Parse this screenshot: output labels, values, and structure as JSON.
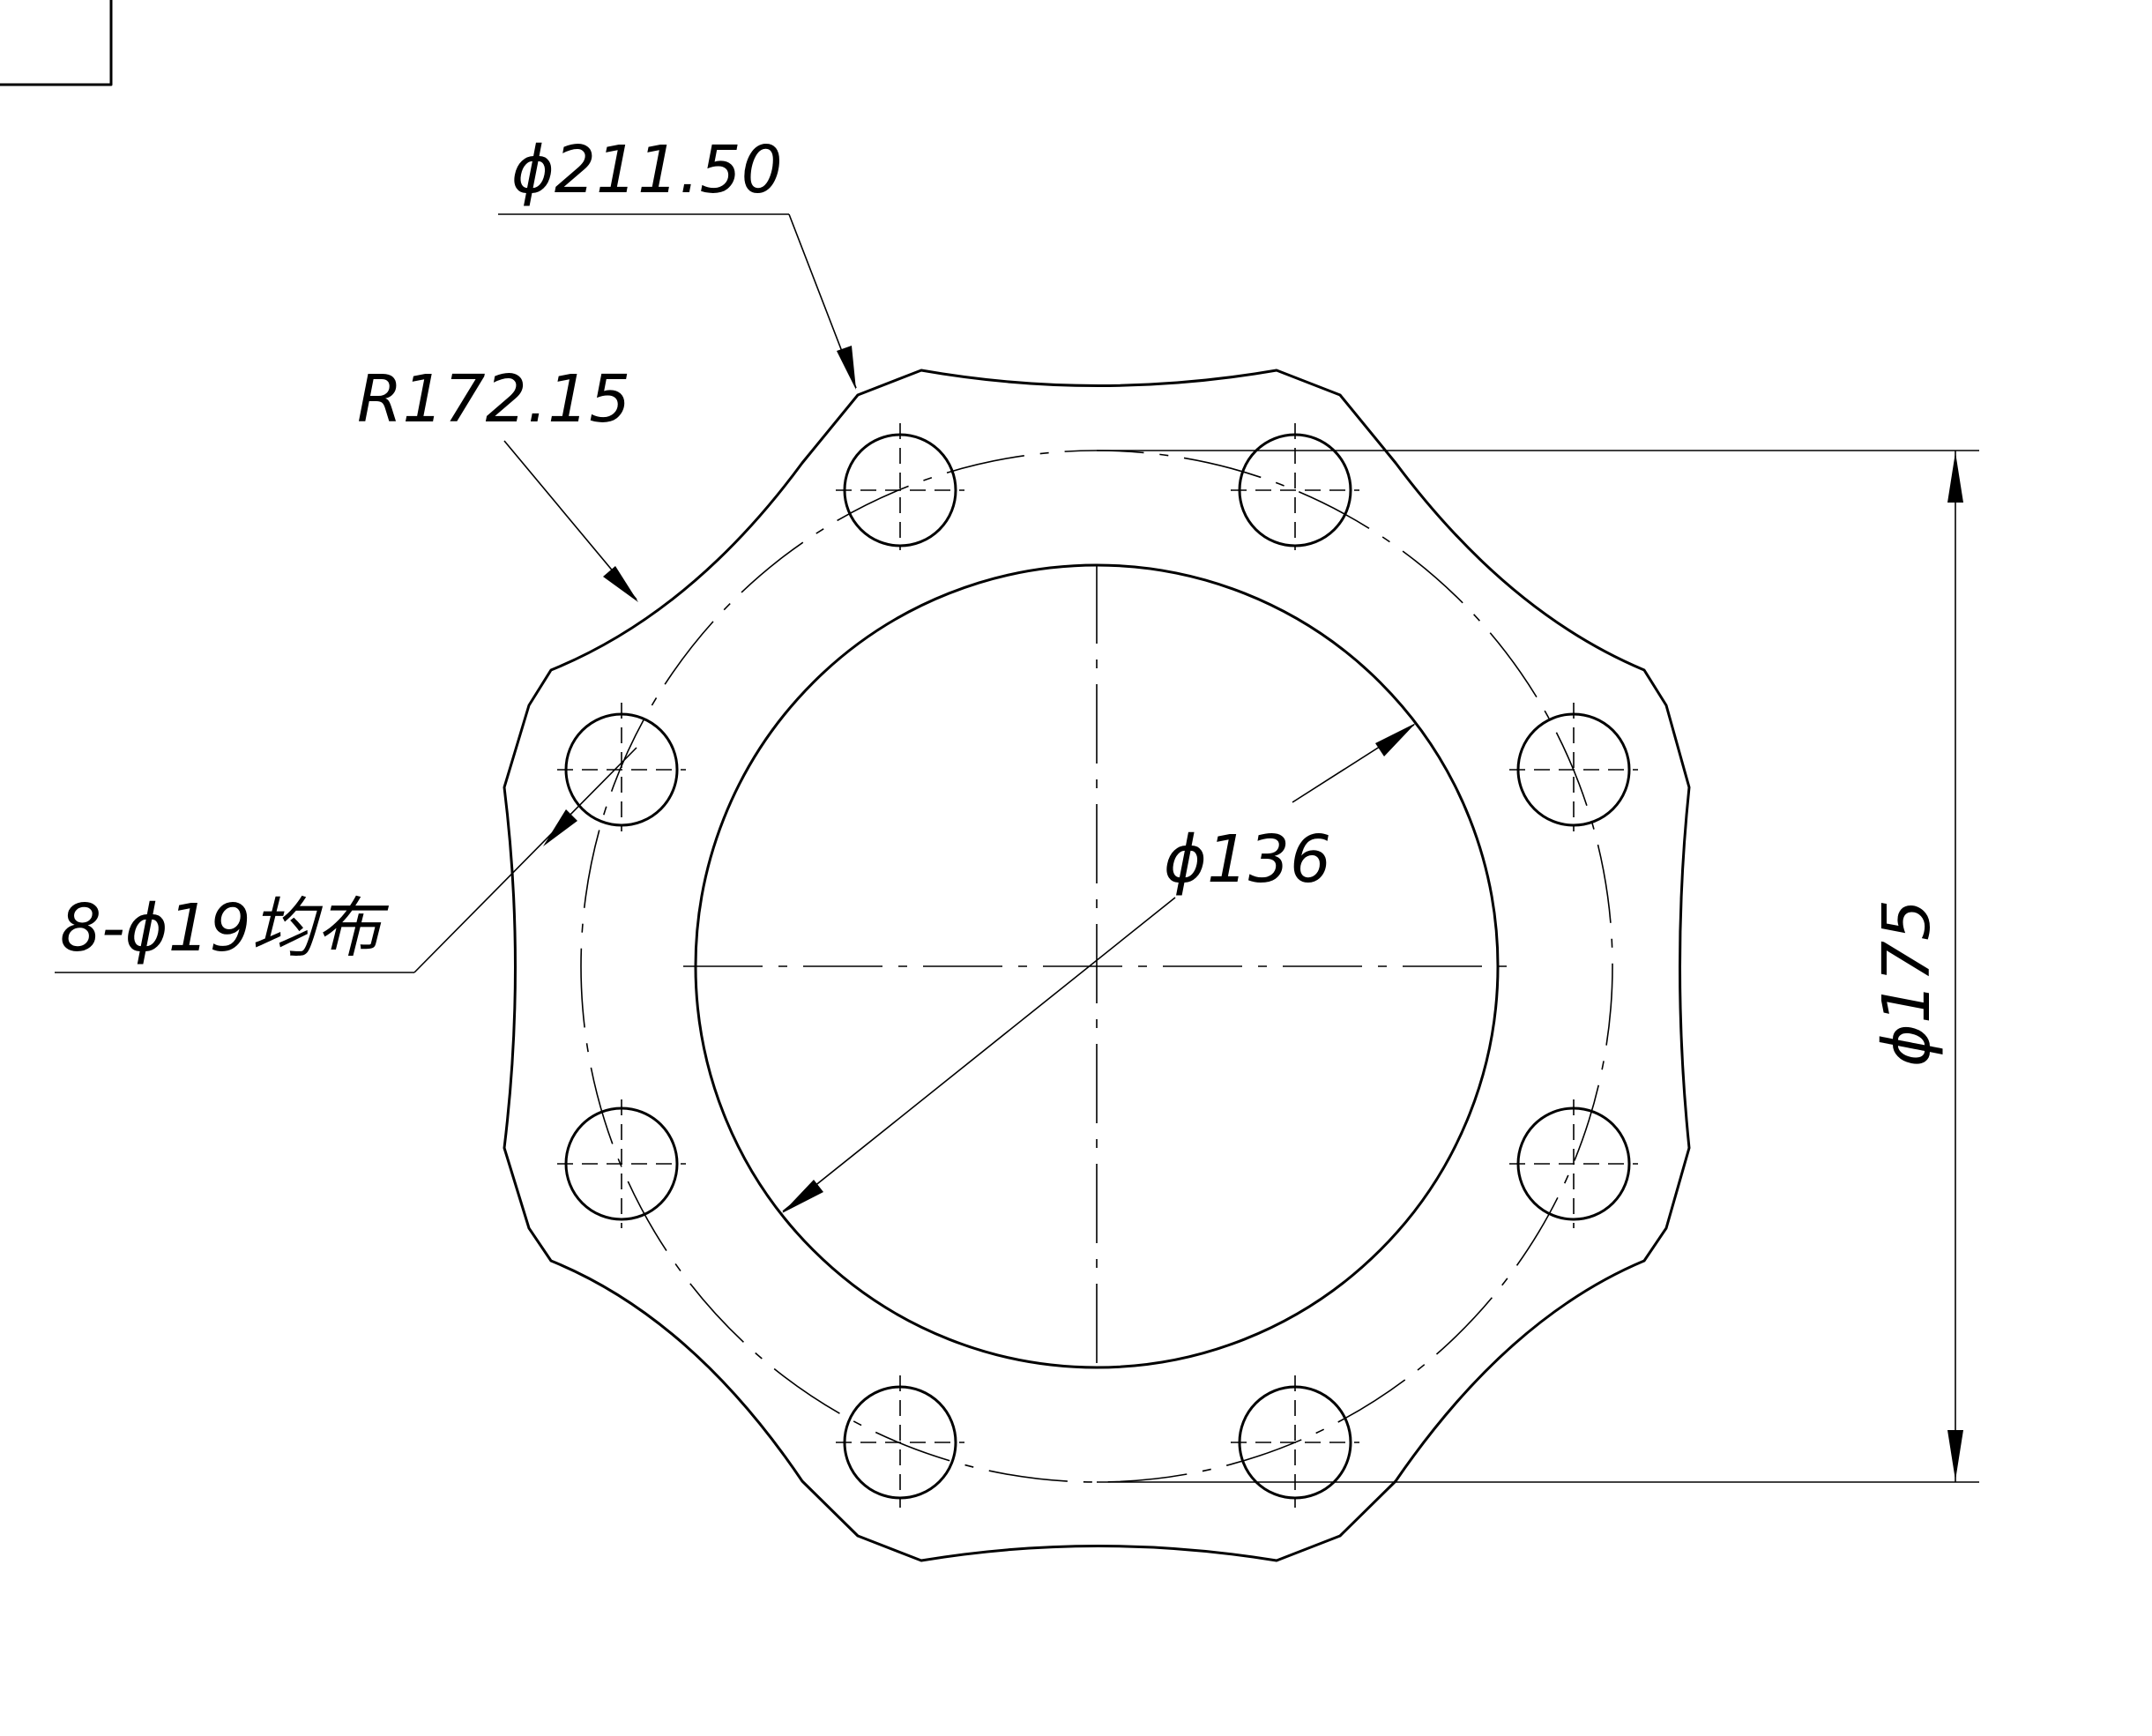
{
  "dimensions": {
    "outer_diameter": "ϕ211.50",
    "arc_radius": "R172.15",
    "bore_diameter": "ϕ136",
    "bolt_circle_diameter": "ϕ175",
    "holes_note": "8-ϕ19均布"
  },
  "geometry": {
    "bolt_hole_count": 8,
    "outer_diameter_mm": 211.5,
    "arc_radius_mm": 172.15,
    "bore_diameter_mm": 136,
    "bolt_circle_diameter_mm": 175,
    "hole_diameter_mm": 19
  }
}
